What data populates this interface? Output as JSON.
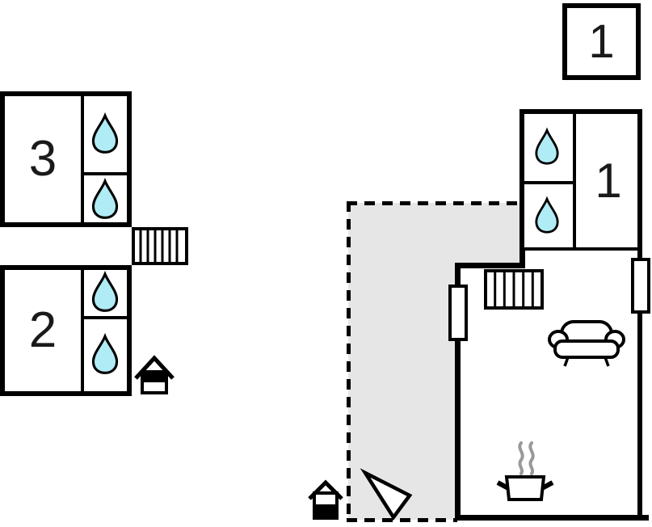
{
  "title": "holiday-home-floor-plan",
  "colors": {
    "wall": "#000000",
    "drop_fill": "#b0ecf5",
    "terrace_fill": "#e6e6e6",
    "steam": "#999999",
    "background": "#ffffff"
  },
  "unit_badge": {
    "label": "1"
  },
  "rooms": {
    "bedroom_3": {
      "label": "3",
      "showers": 2
    },
    "bedroom_2": {
      "label": "2",
      "showers": 2
    },
    "bedroom_1": {
      "label": "1",
      "showers": 2
    }
  },
  "features": {
    "terrace": "dashed-outline gray terrace",
    "stairs_left": "stairs",
    "stairs_main": "stairs",
    "sofa": "sofa",
    "stove": "cooking-pot-with-steam",
    "entrance_arrow": "entrance-arrow",
    "hut_upper": "hut",
    "hut_lower": "hut",
    "windows": 2
  }
}
